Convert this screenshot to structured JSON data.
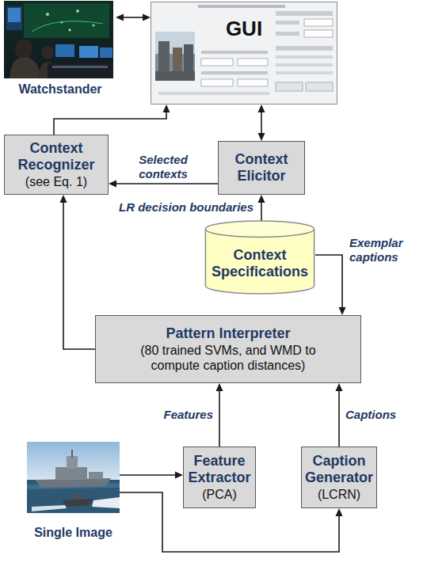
{
  "diagram": {
    "nodes": [
      {
        "text": [
          "Watchstander"
        ]
      },
      {
        "text": [
          "GUI"
        ]
      },
      {
        "text": [
          "Context Recognizer",
          "(see Eq. 1)"
        ]
      },
      {
        "text": [
          "Context Elicitor"
        ]
      },
      {
        "text": [
          "Context Specifications"
        ]
      },
      {
        "text": [
          "Pattern Interpreter",
          "(80 trained SVMs, and WMD to compute caption distances)"
        ]
      },
      {
        "text": [
          "Single Image"
        ]
      },
      {
        "text": [
          "Feature Extractor",
          "(PCA)"
        ]
      },
      {
        "text": [
          "Caption Generator",
          "(LCRN)"
        ]
      }
    ],
    "edges": [
      {
        "from": 0,
        "to": 1,
        "arrow": "both"
      },
      {
        "from": 2,
        "to": 1,
        "arrow": "to"
      },
      {
        "from": 3,
        "to": 1,
        "arrow": "both"
      },
      {
        "from": 3,
        "to": 2,
        "arrow": "to",
        "label": "Selected contexts"
      },
      {
        "from": 4,
        "to": 3,
        "arrow": "to",
        "label": "LR decision boundaries"
      },
      {
        "from": 4,
        "to": 5,
        "arrow": "to",
        "label": "Exemplar captions"
      },
      {
        "from": 5,
        "to": 2,
        "arrow": "to"
      },
      {
        "from": 7,
        "to": 5,
        "arrow": "to",
        "label": "Features"
      },
      {
        "from": 8,
        "to": 5,
        "arrow": "to",
        "label": "Captions"
      },
      {
        "from": 6,
        "to": 7,
        "arrow": "to"
      },
      {
        "from": 6,
        "to": 8,
        "arrow": "to"
      }
    ]
  }
}
